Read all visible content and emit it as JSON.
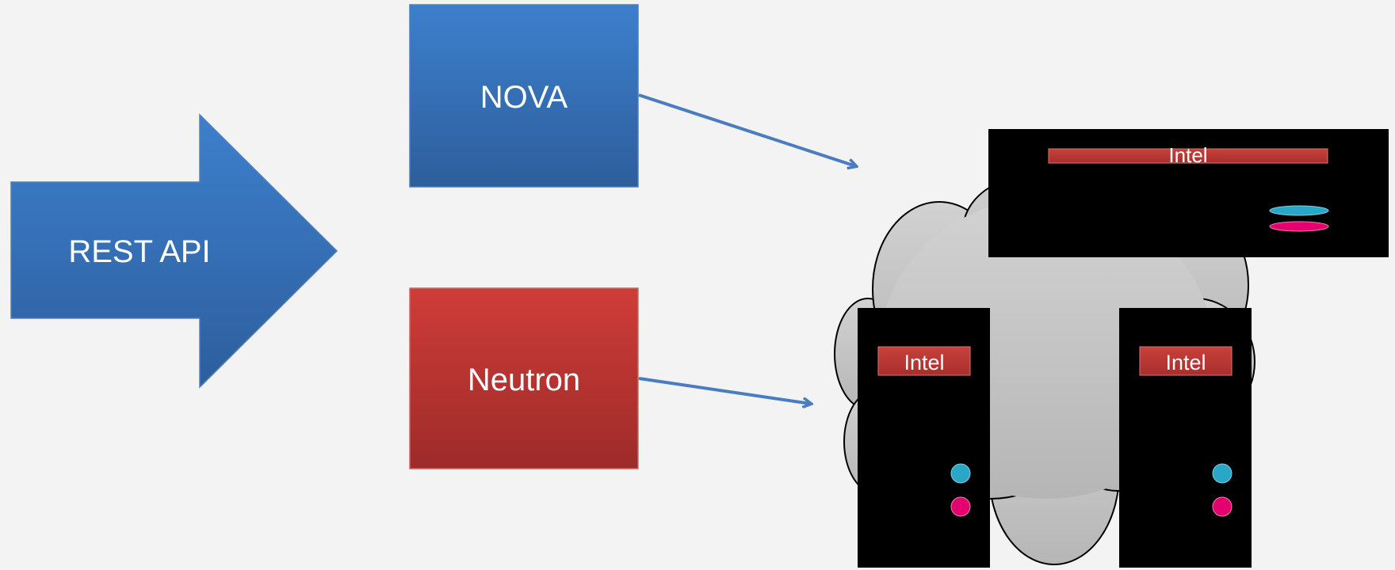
{
  "diagram": {
    "rest_api_label": "REST API",
    "nova_label": "NOVA",
    "neutron_label": "Neutron",
    "servers": [
      {
        "chip_label": "Intel"
      },
      {
        "chip_label": "Intel"
      },
      {
        "chip_label": "Intel"
      }
    ]
  },
  "colors": {
    "background": "#f3f3f3",
    "blue": "#3a74c1",
    "red": "#c43a36",
    "server": "#000000",
    "cloud": "#c4c4c4",
    "led_cyan": "#2aa6c6",
    "led_pink": "#e4006e"
  }
}
